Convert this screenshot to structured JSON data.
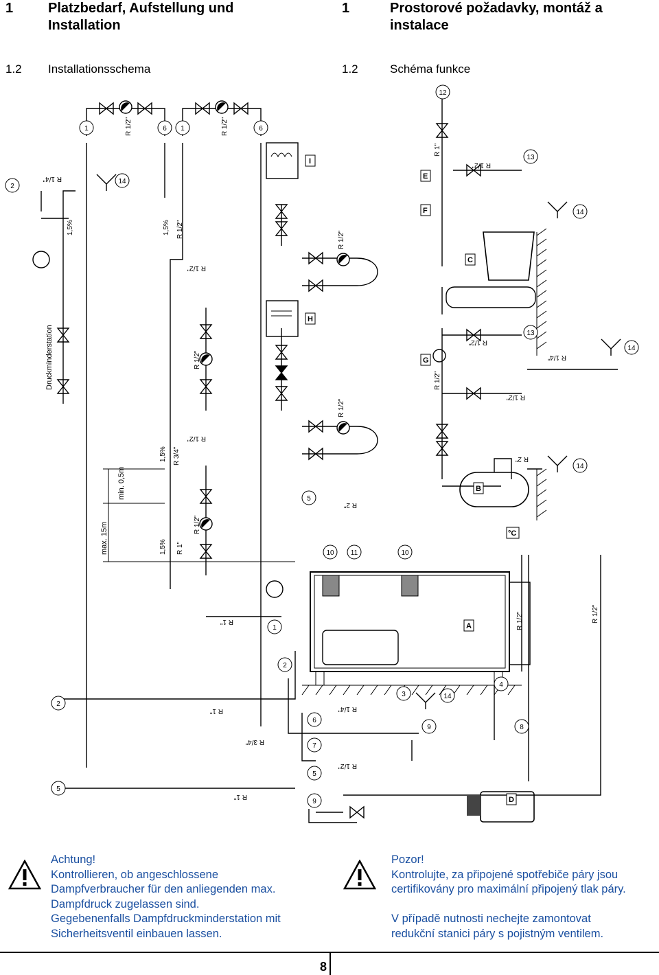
{
  "header": {
    "left": {
      "number": "1",
      "title_line1": "Platzbedarf, Aufstellung und",
      "title_line2": "Installation"
    },
    "right": {
      "number": "1",
      "title_line1": "Prostorové požadavky, montáž a",
      "title_line2": "instalace"
    }
  },
  "subheader": {
    "left": {
      "number": "1.2",
      "title": "Installationsschema"
    },
    "right": {
      "number": "1.2",
      "title": "Schéma funkce"
    }
  },
  "diagram": {
    "station_label": "Druckminderstation",
    "dim_min": "min. 0,5m",
    "dim_max": "max. 15m",
    "slopes": [
      "1,5%",
      "1,5%",
      "1,5%",
      "1,5%"
    ],
    "pipes": {
      "r12": "R 1/2\"",
      "r1": "R 1\"",
      "r14": "R 1/4\"",
      "r34": "R 3/4\"",
      "r2": "R 2\""
    },
    "letters": [
      "A",
      "B",
      "C",
      "°C",
      "D",
      "E",
      "F",
      "G",
      "H",
      "I"
    ],
    "numbers": [
      "1",
      "2",
      "3",
      "4",
      "5",
      "6",
      "7",
      "8",
      "9",
      "10",
      "11",
      "12",
      "13",
      "14"
    ]
  },
  "warning_left": {
    "title": "Achtung!",
    "lines": [
      "Kontrollieren, ob angeschlossene",
      "Dampfverbraucher für den anliegenden max.",
      "Dampfdruck zugelassen sind.",
      "Gegebenenfalls Dampfdruckminderstation mit",
      "Sicherheitsventil einbauen lassen."
    ]
  },
  "warning_right": {
    "title": "Pozor!",
    "lines": [
      "Kontrolujte, za připojené spotřebiče páry jsou",
      "certifikovány pro maximální připojený tlak páry."
    ],
    "lines2": [
      "V případě nutnosti nechejte zamontovat",
      "redukční stanici páry s pojistným ventilem."
    ]
  },
  "footer": {
    "page_number": "8"
  },
  "colors": {
    "warning_text": "#1a4fa0"
  }
}
